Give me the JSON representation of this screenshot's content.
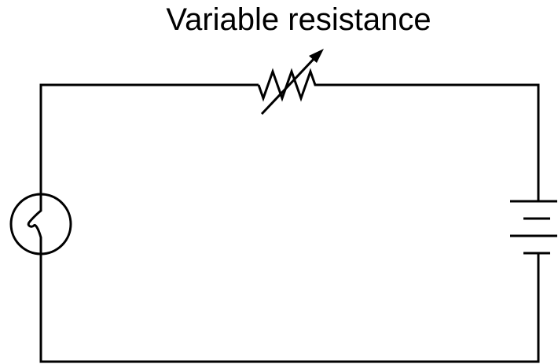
{
  "diagram": {
    "title": "Variable resistance",
    "components": [
      {
        "id": "variable-resistor",
        "type": "variable resistor"
      },
      {
        "id": "lamp",
        "type": "lamp"
      },
      {
        "id": "battery",
        "type": "battery"
      }
    ],
    "colors": {
      "line": "#000000",
      "background": "#ffffff"
    }
  }
}
